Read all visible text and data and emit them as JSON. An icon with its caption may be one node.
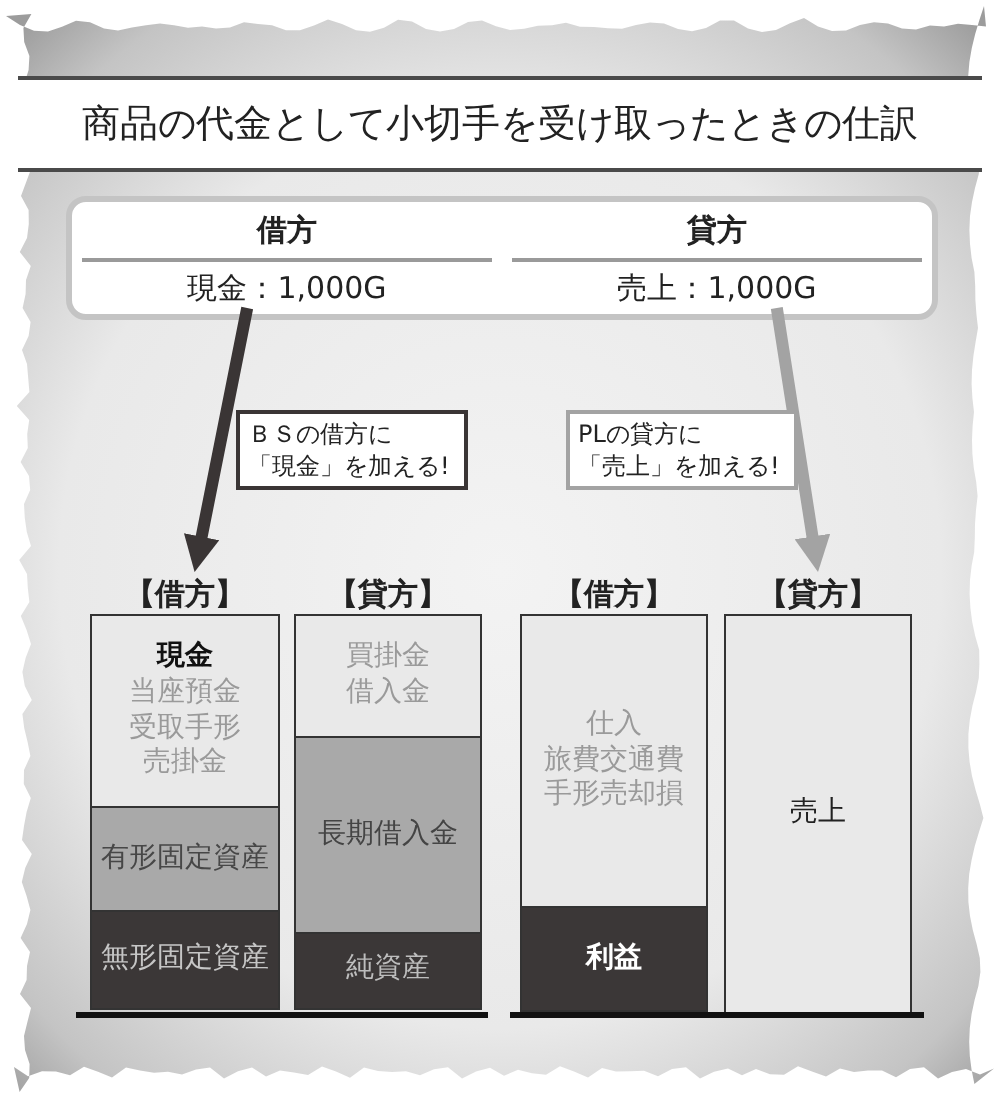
{
  "diagram": {
    "title": "商品の代金として小切手を受け取ったときの仕訳",
    "nodes": [
      {
        "text": [
          "借方",
          "貸方"
        ]
      },
      {
        "text": [
          "現金：1,000G"
        ],
        "in": 0
      },
      {
        "text": [
          "売上：1,000G"
        ],
        "in": 0
      },
      {
        "text": [
          "【借方】"
        ]
      },
      {
        "text": [
          "現金",
          "当座預金",
          "受取手形",
          "売掛金"
        ],
        "in": 3
      },
      {
        "text": [
          "有形固定資産"
        ],
        "in": 3
      },
      {
        "text": [
          "無形固定資産"
        ],
        "in": 3
      },
      {
        "text": [
          "【貸方】"
        ]
      },
      {
        "text": [
          "買掛金",
          "借入金"
        ],
        "in": 7
      },
      {
        "text": [
          "長期借入金"
        ],
        "in": 7
      },
      {
        "text": [
          "純資産"
        ],
        "in": 7
      },
      {
        "text": [
          "【借方】"
        ]
      },
      {
        "text": [
          "仕入",
          "旅費交通費",
          "手形売却損"
        ],
        "in": 11
      },
      {
        "text": [
          "利益"
        ],
        "in": 11
      },
      {
        "text": [
          "【貸方】",
          "売上"
        ]
      }
    ],
    "edges": [
      {
        "from": 1,
        "to": 3,
        "arrow": "to",
        "label": "ＢＳの借方に「現金」を加える!",
        "color": "#3a3535"
      },
      {
        "from": 2,
        "to": 14,
        "arrow": "to",
        "label": "PLの貸方に「売上」を加える!",
        "color": "#a3a3a3"
      }
    ]
  }
}
